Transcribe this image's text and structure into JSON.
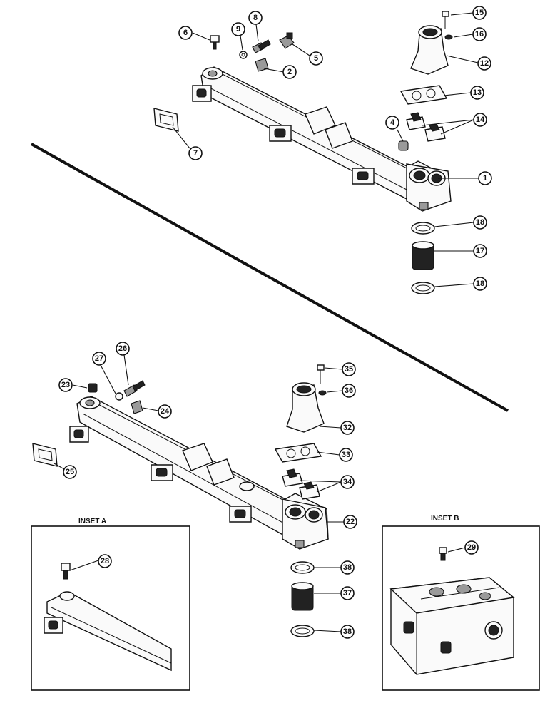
{
  "callouts": {
    "c1": "1",
    "c2": "2",
    "c4": "4",
    "c5": "5",
    "c6": "6",
    "c7": "7",
    "c8": "8",
    "c9": "9",
    "c12": "12",
    "c13": "13",
    "c14": "14",
    "c15": "15",
    "c16": "16",
    "c17": "17",
    "c18a": "18",
    "c18b": "18",
    "c22": "22",
    "c23": "23",
    "c24": "24",
    "c25": "25",
    "c26": "26",
    "c27": "27",
    "c28": "28",
    "c29": "29",
    "c32": "32",
    "c33": "33",
    "c34": "34",
    "c35": "35",
    "c36": "36",
    "c37": "37",
    "c38a": "38",
    "c38b": "38"
  },
  "insets": {
    "a_title": "INSET A",
    "b_title": "INSET B"
  }
}
